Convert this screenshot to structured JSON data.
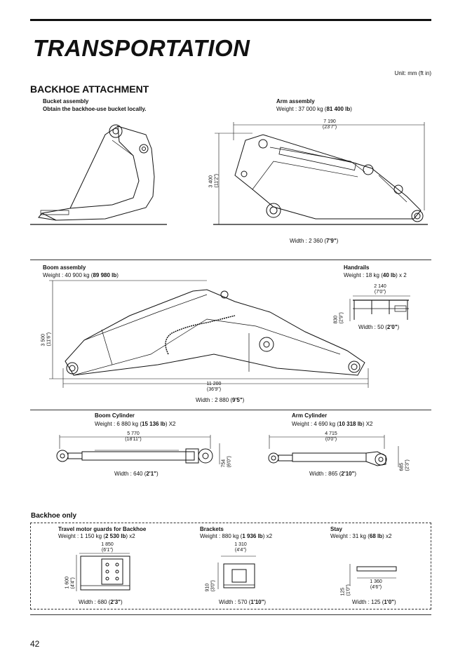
{
  "page": {
    "title": "TRANSPORTATION",
    "unit": "Unit: mm (ft in)",
    "section": "BACKHOE ATTACHMENT",
    "page_number": "42"
  },
  "bucket": {
    "title": "Bucket assembly",
    "note": "Obtain the backhoe-use bucket locally."
  },
  "arm": {
    "title": "Arm assembly",
    "weight_prefix": "Weight : 37 000 kg (",
    "weight_bold": "81 400 lb",
    "weight_suffix": ")",
    "length": "7 190",
    "length_ft": "(23'7\")",
    "height": "3 400",
    "height_ft": "(11'2\")",
    "width_prefix": "Width : 2 360 (",
    "width_bold": "7'9\"",
    "width_suffix": ")"
  },
  "boom": {
    "title": "Boom assembly",
    "weight_prefix": "Weight : 40 900 kg (",
    "weight_bold": "89 980 lb",
    "weight_suffix": ")",
    "length": "11 200",
    "length_ft": "(36'9\")",
    "height": "3 500",
    "height_ft": "(11'6\")",
    "width_prefix": "Width : 2 880 (",
    "width_bold": "9'5\"",
    "width_suffix": ")"
  },
  "handrails": {
    "title": "Handrails",
    "weight_prefix": "Weight : 18 kg (",
    "weight_bold": "40 lb",
    "weight_suffix": ")  x 2",
    "length": "2 140",
    "length_ft": "(7'0\")",
    "height": "830",
    "height_ft": "(2'9\")",
    "width_prefix": "Width : 50 (",
    "width_bold": "2'0\"",
    "width_suffix": ")"
  },
  "boom_cylinder": {
    "title": "Boom Cylinder",
    "weight_prefix": "Weight : 6 880 kg (",
    "weight_bold": "15 136 lb",
    "weight_suffix": ") X2",
    "length": "5 770",
    "length_ft": "(18'11\")",
    "height": "754",
    "height_ft": "(6'0\")",
    "width_prefix": "Width : 640 (",
    "width_bold": "2'1\"",
    "width_suffix": ")"
  },
  "arm_cylinder": {
    "title": "Arm Cylinder",
    "weight_prefix": "Weight : 4 690 kg (",
    "weight_bold": "10 318 lb",
    "weight_suffix": ") X2",
    "length": "4 715",
    "length_ft": "(0'0\")",
    "height": "685",
    "height_ft": "(2'3\")",
    "width_prefix": "Width : 865 (",
    "width_bold": "2'10\"",
    "width_suffix": ")"
  },
  "backhoe_only": {
    "title": "Backhoe  only"
  },
  "travel_guards": {
    "title": "Travel motor guards for Backhoe",
    "weight_prefix": "Weight : 1 150 kg (",
    "weight_bold": "2 530 lb",
    "weight_suffix": ") x2",
    "length": "1 850",
    "length_ft": "(6'1\")",
    "height": "1 600",
    "height_ft": "(4'4\")",
    "width_prefix": "Width : 680 (",
    "width_bold": "2'3\"",
    "width_suffix": ")"
  },
  "brackets": {
    "title": "Brackets",
    "weight_prefix": "Weight : 880 kg (",
    "weight_bold": "1 936 lb",
    "weight_suffix": ") x2",
    "length": "1 310",
    "length_ft": "(4'4\")",
    "height": "910",
    "height_ft": "(3'0\")",
    "width_prefix": "Width : 570 (",
    "width_bold": "1'10\"",
    "width_suffix": ")"
  },
  "stay": {
    "title": "Stay",
    "weight_prefix": "Weight : 31 kg (",
    "weight_bold": "68 lb",
    "weight_suffix": ") x2",
    "length": "1 360",
    "length_ft": "(4'6\")",
    "height": "125",
    "height_ft": "(1'0\")",
    "width_prefix": "Width : 125 (",
    "width_bold": "1'0\"",
    "width_suffix": ")"
  }
}
